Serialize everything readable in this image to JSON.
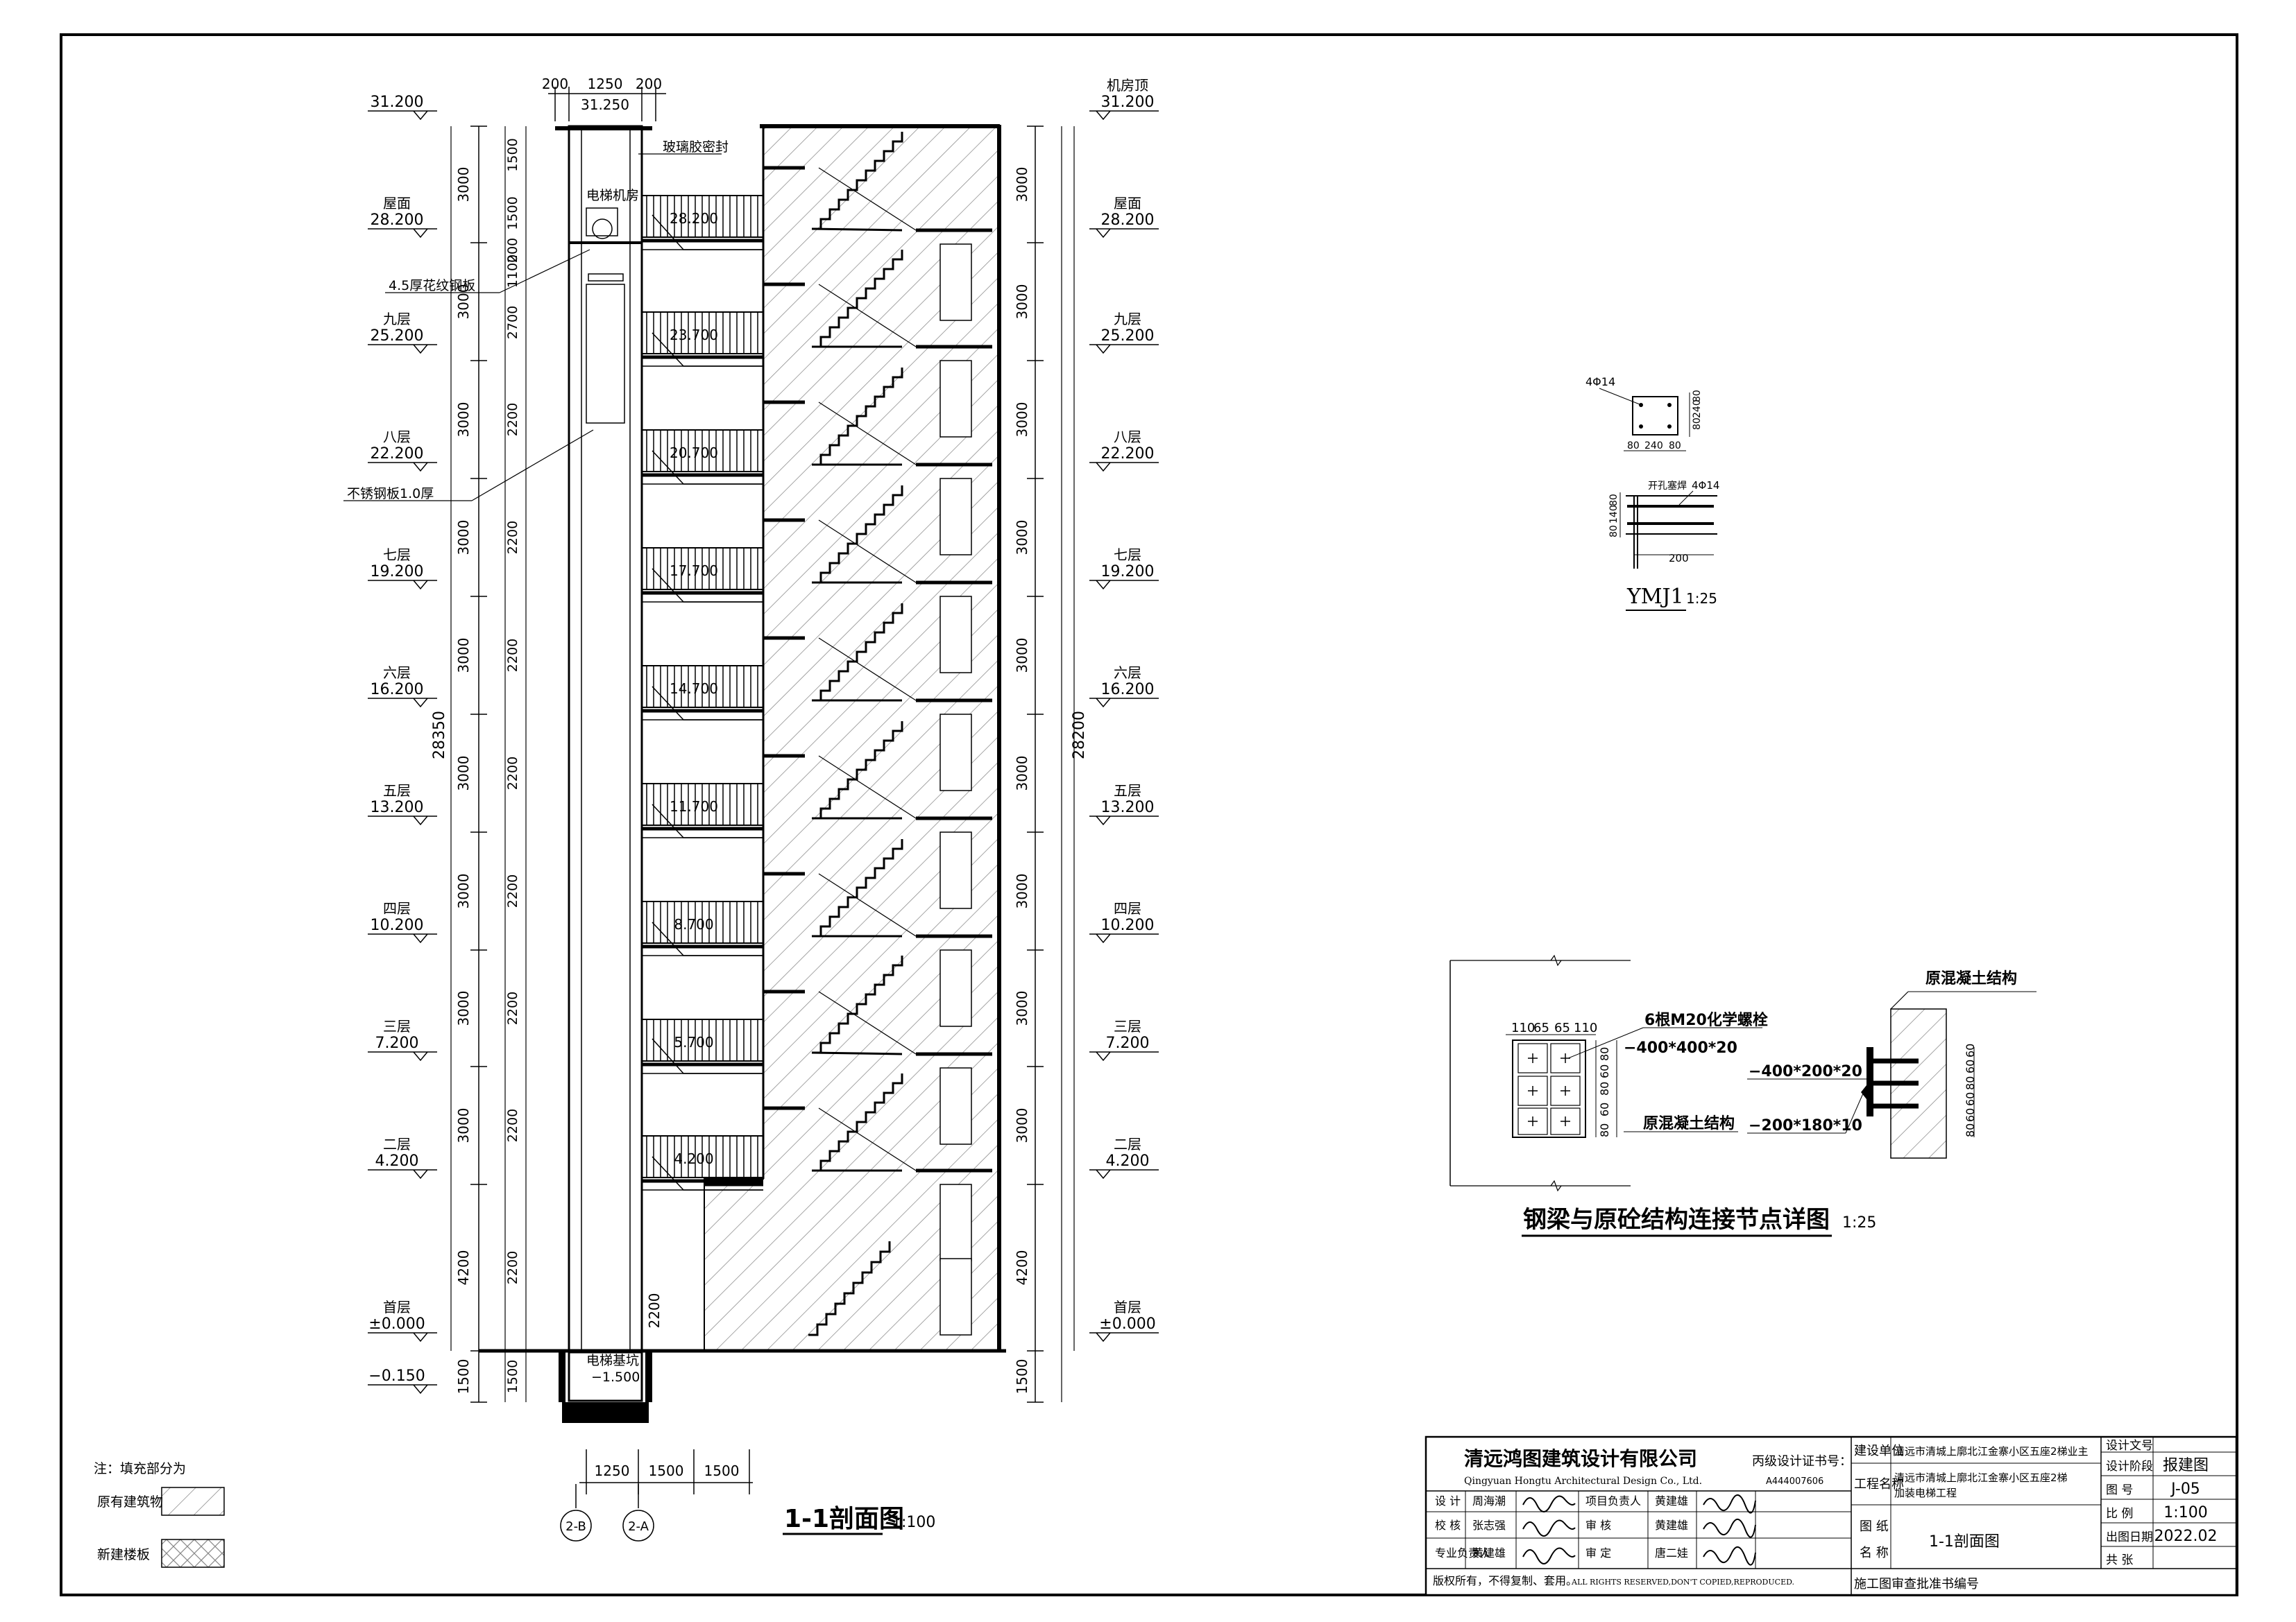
{
  "section": {
    "title": "1-1剖面图",
    "scale": "1:100",
    "top_dims": [
      "200",
      "1250",
      "200"
    ],
    "top_elev": "31.250",
    "bottom_dims": [
      "1250",
      "1500",
      "1500"
    ],
    "axis_b": "2-B",
    "axis_a": "2-A",
    "left_total": "28350",
    "right_total": "28200",
    "left_levels": [
      {
        "name": "",
        "elev": "31.200"
      },
      {
        "name": "屋面",
        "elev": "28.200"
      },
      {
        "name": "九层",
        "elev": "25.200"
      },
      {
        "name": "八层",
        "elev": "22.200"
      },
      {
        "name": "七层",
        "elev": "19.200"
      },
      {
        "name": "六层",
        "elev": "16.200"
      },
      {
        "name": "五层",
        "elev": "13.200"
      },
      {
        "name": "四层",
        "elev": "10.200"
      },
      {
        "name": "三层",
        "elev": "7.200"
      },
      {
        "name": "二层",
        "elev": "4.200"
      },
      {
        "name": "首层",
        "elev": "±0.000"
      },
      {
        "name": "",
        "elev": "−0.150"
      }
    ],
    "right_levels": [
      {
        "name": "机房顶",
        "elev": "31.200"
      },
      {
        "name": "屋面",
        "elev": "28.200"
      },
      {
        "name": "九层",
        "elev": "25.200"
      },
      {
        "name": "八层",
        "elev": "22.200"
      },
      {
        "name": "七层",
        "elev": "19.200"
      },
      {
        "name": "六层",
        "elev": "16.200"
      },
      {
        "name": "五层",
        "elev": "13.200"
      },
      {
        "name": "四层",
        "elev": "10.200"
      },
      {
        "name": "三层",
        "elev": "7.200"
      },
      {
        "name": "二层",
        "elev": "4.200"
      },
      {
        "name": "首层",
        "elev": "±0.000"
      }
    ],
    "floor_dims_outer": [
      "3000",
      "3000",
      "3000",
      "3000",
      "3000",
      "3000",
      "3000",
      "3000",
      "3000",
      "4200",
      "1500"
    ],
    "floor_dims_inner": [
      "1500",
      "1500",
      "200",
      "1100",
      "2700",
      "2200",
      "2200",
      "2200",
      "2200",
      "2200",
      "2200",
      "2200",
      "2200",
      "1500"
    ],
    "landing_elevs": [
      "28.200",
      "23.700",
      "20.700",
      "17.700",
      "14.700",
      "11.700",
      "8.700",
      "5.700",
      "4.200"
    ],
    "labels": {
      "glass": "玻璃胶密封",
      "machine_room": "电梯机房",
      "checker_plate": "4.5厚花纹钢板",
      "steel_plate": "不锈钢板1.0厚",
      "pit": "电梯基坑",
      "pit_elev": "−1.500",
      "pit_dim": "2200"
    }
  },
  "ymj": {
    "title": "YMJ1",
    "scale": "1:25",
    "rebar1": "4Φ14",
    "rebar2": "4Φ14",
    "hole": "开孔塞焊",
    "dims_top": [
      "80",
      "240",
      "80"
    ],
    "dims_side": [
      "80",
      "240",
      "80"
    ],
    "dims_side2": [
      "80",
      "140",
      "80"
    ],
    "dim_bottom": "200"
  },
  "node": {
    "title": "钢梁与原砼结构连接节点详图",
    "scale": "1:25",
    "bolts": "6根M20化学螺栓",
    "plate1": "−400*400*20",
    "concrete1": "原混凝土结构",
    "concrete2": "原混凝土结构",
    "plate2": "−400*200*20",
    "plate3": "−200*180*10",
    "dims_top": [
      "110",
      "65",
      "65",
      "110"
    ],
    "dims_left": [
      "80",
      "60",
      "80",
      "60",
      "80"
    ],
    "dims_right": [
      "80",
      "60",
      "60",
      "80",
      "60",
      "60"
    ]
  },
  "legend": {
    "note": "注：填充部分为",
    "existing": "原有建筑物",
    "new": "新建楼板"
  },
  "titleblock": {
    "company": "清远鸿图建筑设计有限公司",
    "company_en": "Qingyuan Hongtu Architectural Design Co., Ltd.",
    "cert_label": "丙级设计证书号：",
    "cert_no": "A444007606",
    "client_label": "建设单位",
    "client": "清远市清城上廓北江金寨小区五座2梯业主",
    "project_label": "工程名称",
    "project_line1": "清远市清城上廓北江金寨小区五座2梯",
    "project_line2": "加装电梯工程",
    "drawing_label1": "图 纸",
    "drawing_label2": "名 称",
    "drawing_name": "1-1剖面图",
    "roles": [
      {
        "role": "设 计",
        "name": "周海潮",
        "role2": "项目负责人",
        "name2": "黄建雄"
      },
      {
        "role": "校 核",
        "name": "张志强",
        "role2": "审 核",
        "name2": "黄建雄"
      },
      {
        "role": "专业负责人",
        "name": "黄建雄",
        "role2": "审 定",
        "name2": "唐二娃"
      }
    ],
    "copyright_cn": "版权所有，不得复制、套用。",
    "copyright_en": "ALL RIGHTS RESERVED,DON'T COPIED,REPRODUCED.",
    "approval": "施工图审查批准书编号",
    "right_rows": [
      {
        "label": "设计文号",
        "value": ""
      },
      {
        "label": "设计阶段",
        "value": "报建图"
      },
      {
        "label": "图 号",
        "value": "J-05"
      },
      {
        "label": "比 例",
        "value": "1:100"
      },
      {
        "label": "出图日期",
        "value": "2022.02"
      },
      {
        "label": "共 张",
        "value": ""
      }
    ]
  },
  "colors": {
    "ink": "#000000",
    "hatch": "#777777",
    "paper": "#ffffff"
  }
}
